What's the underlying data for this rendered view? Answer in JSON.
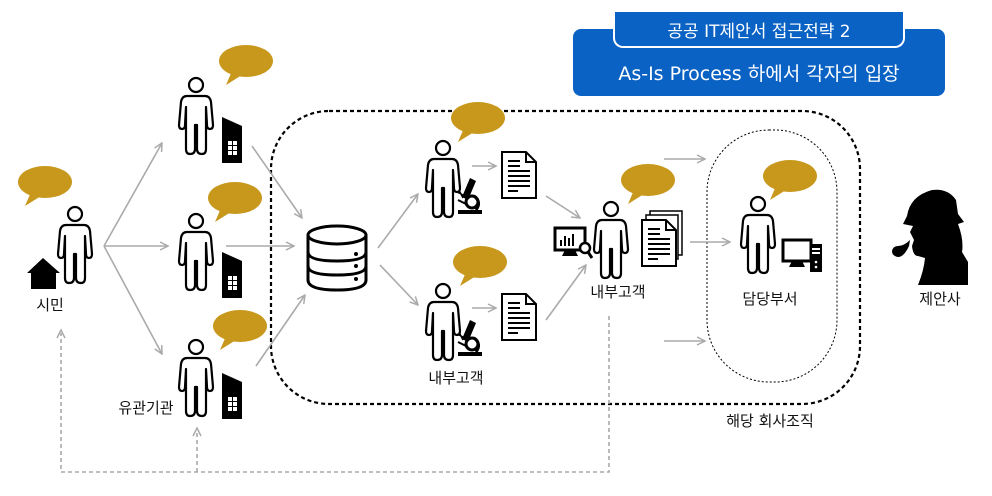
{
  "title": {
    "line1": "공공 IT제안서 접근전략 2",
    "line2": "As-Is Process 하에서 각자의 입장",
    "bg_color": "#0a62c4",
    "text_color": "#ffffff"
  },
  "colors": {
    "speech_bubble": "#c8981c",
    "arrow": "#aaaaaa",
    "icon": "#000000"
  },
  "actors": {
    "citizen": {
      "label": "시민",
      "icon": "person-with-house"
    },
    "agency_top": {
      "label": "",
      "icon": "person-with-building"
    },
    "agency_mid": {
      "label": "",
      "icon": "person-with-building"
    },
    "agency_bottom": {
      "label": "유관기관",
      "icon": "person-with-building"
    },
    "database": {
      "label": "",
      "icon": "database"
    },
    "internal_top": {
      "label": "",
      "icon": "person-with-microscope"
    },
    "internal_bottom": {
      "label": "내부고객",
      "icon": "person-with-microscope"
    },
    "internal_analyst": {
      "label": "내부고객",
      "icon": "person-with-monitor-and-documents"
    },
    "department": {
      "label": "담당부서",
      "icon": "person-with-computer"
    },
    "proposer": {
      "label": "제안사",
      "icon": "detective-silhouette"
    }
  },
  "groups": {
    "organization": {
      "label": "해당 회사조직"
    },
    "department_group": {
      "label": ""
    }
  }
}
